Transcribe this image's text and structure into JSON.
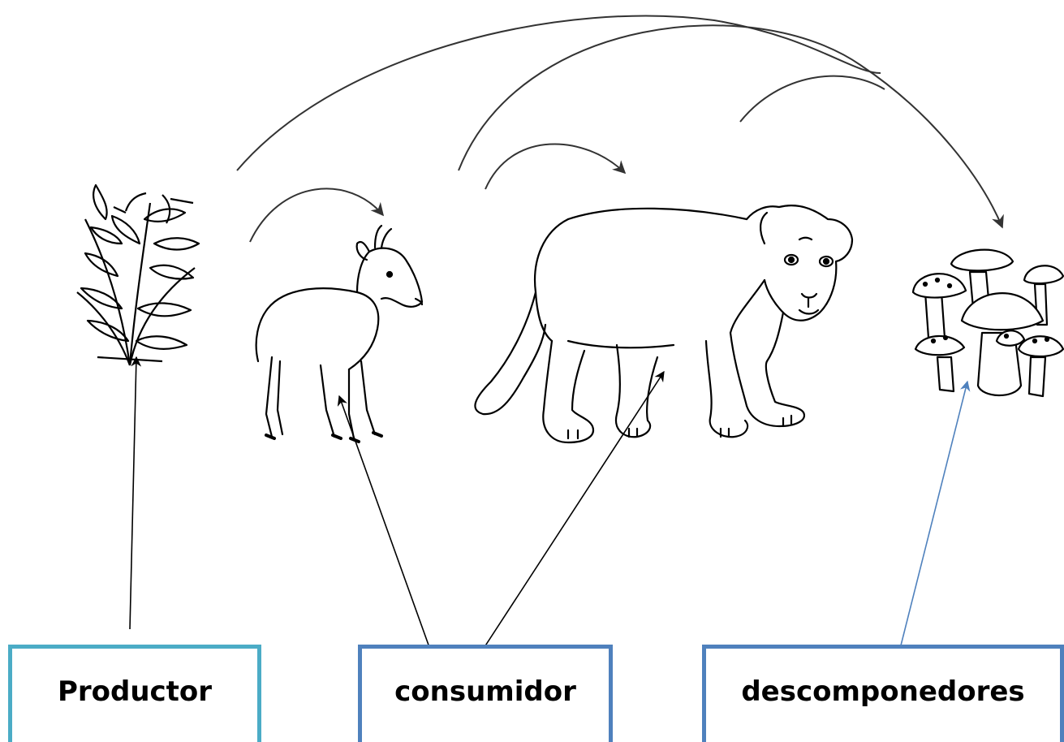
{
  "labels": {
    "productor": "Productor",
    "consumidor": "consumidor",
    "descomponedores": "descomponedores"
  },
  "organisms": [
    "plant-icon",
    "deer-icon",
    "puma-icon",
    "mushrooms-icon"
  ],
  "colors": {
    "productor_border": "#4bacc6",
    "box_border": "#4f81bd",
    "blue_arrow": "#4f81bd",
    "ink": "#000000"
  }
}
